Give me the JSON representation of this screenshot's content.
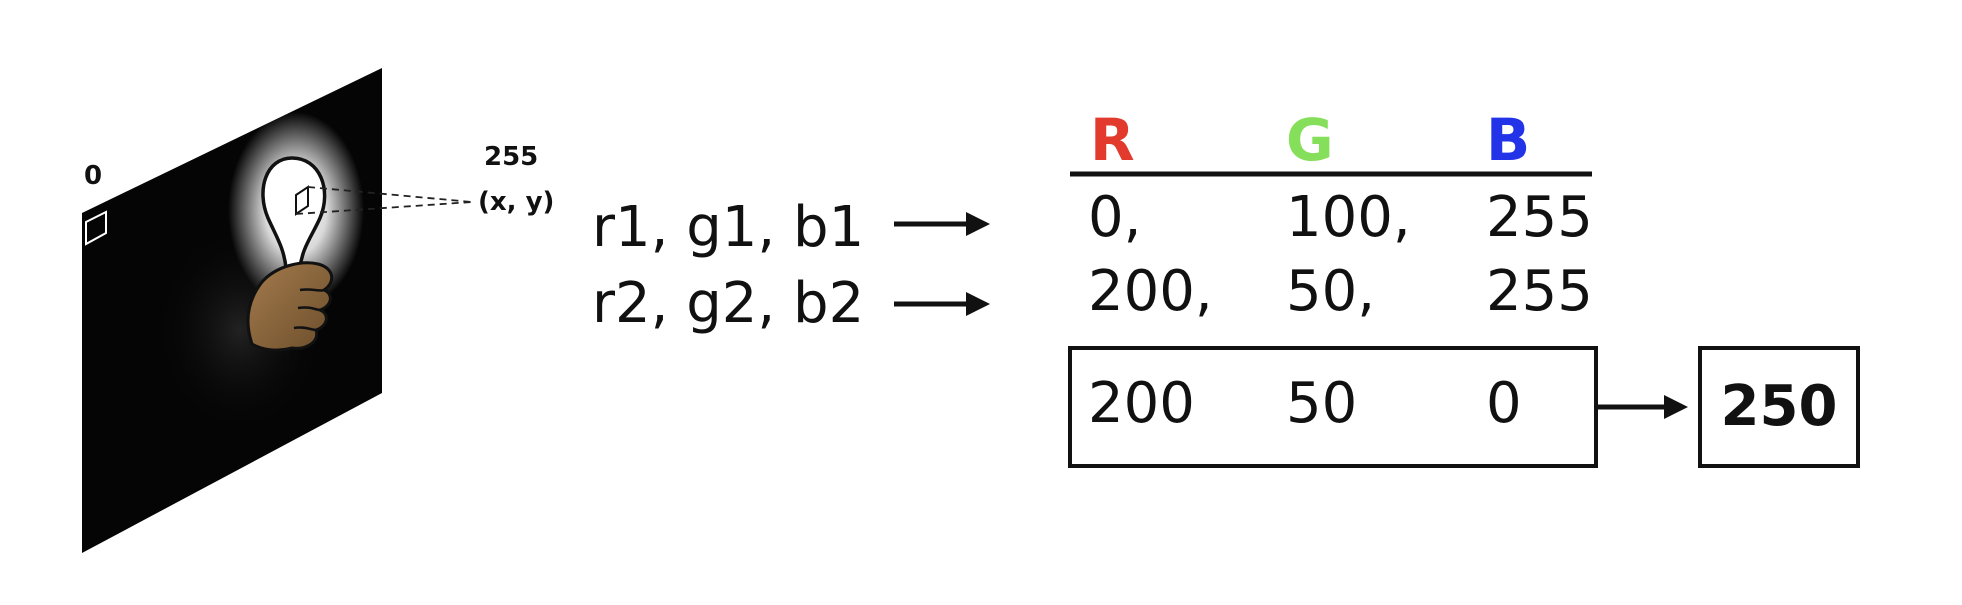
{
  "left_panel": {
    "black_label": "0",
    "white_label": "255",
    "coord_label": "(x, y)"
  },
  "pixel_rows": [
    {
      "label": "r1, g1, b1",
      "r": "0,",
      "g": "100,",
      "b": "255"
    },
    {
      "label": "r2, g2, b2",
      "r": "200,",
      "g": "50,",
      "b": "255"
    }
  ],
  "table_headers": {
    "r": "R",
    "g": "G",
    "b": "B"
  },
  "difference_row": {
    "r": "200",
    "g": "50",
    "b": "0"
  },
  "result": "250",
  "colors": {
    "r_header": "#e23b2e",
    "g_header": "#86df5a",
    "b_header": "#2233e8",
    "panel": "#050505",
    "hand": "#a57b4c"
  },
  "icons": [
    "lightbulb-icon",
    "hand-icon",
    "arrow-right-icon"
  ]
}
